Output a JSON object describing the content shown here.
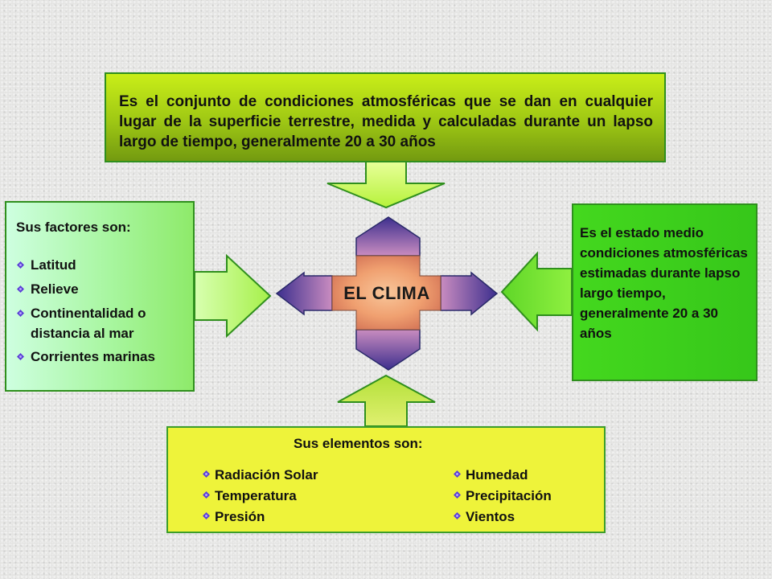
{
  "definition": {
    "text": "Es el conjunto de condiciones atmosféricas que se dan en cualquier lugar de la superficie terrestre, medida y calculadas durante un lapso largo de tiempo, generalmente 20 a 30 años"
  },
  "factors": {
    "title": "Sus factores son:",
    "items": [
      "Latitud",
      "Relieve",
      "Continentalidad o distancia al mar",
      "Corrientes marinas"
    ]
  },
  "center": {
    "label": "EL CLIMA"
  },
  "estado": {
    "text": "Es el estado medio condiciones atmosféricas estimadas durante lapso largo tiempo, generalmente 20 a 30 años"
  },
  "elements": {
    "title": "Sus elementos son:",
    "left_items": [
      "Radiación Solar",
      "Temperatura",
      "Presión"
    ],
    "right_items": [
      "Humedad",
      "Precipitación",
      "Vientos"
    ]
  },
  "colors": {
    "bullet": "#5b3fd6",
    "connector_green": "#b6f23a",
    "connector_outline": "#2f8f1d",
    "center_cross": "#f0a070",
    "cross_arrows": "#3d2f8e"
  }
}
